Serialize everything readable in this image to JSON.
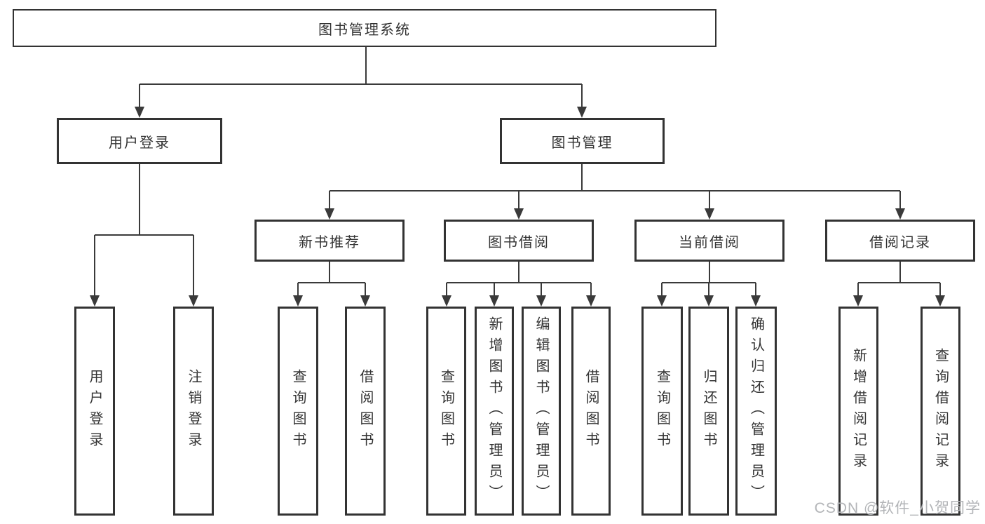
{
  "colors": {
    "line": "#3a3a3a",
    "border": "#333333",
    "text": "#333333",
    "watermark": "#b3b5b8"
  },
  "watermark": {
    "text": "CSDN @软件_小贺同学"
  },
  "tree": {
    "root": {
      "label": "图书管理系统",
      "children": [
        {
          "label": "用户登录",
          "children": [
            {
              "label": "用户登录"
            },
            {
              "label": "注销登录"
            }
          ]
        },
        {
          "label": "图书管理",
          "children": [
            {
              "label": "新书推荐",
              "children": [
                {
                  "label": "查询图书"
                },
                {
                  "label": "借阅图书"
                }
              ]
            },
            {
              "label": "图书借阅",
              "children": [
                {
                  "label": "查询图书"
                },
                {
                  "label": "新增图书（管理员）"
                },
                {
                  "label": "编辑图书（管理员）"
                },
                {
                  "label": "借阅图书"
                }
              ]
            },
            {
              "label": "当前借阅",
              "children": [
                {
                  "label": "查询图书"
                },
                {
                  "label": "归还图书"
                },
                {
                  "label": "确认归还（管理员）"
                }
              ]
            },
            {
              "label": "借阅记录",
              "children": [
                {
                  "label": "新增借阅记录"
                },
                {
                  "label": "查询借阅记录"
                }
              ]
            }
          ]
        }
      ]
    }
  }
}
